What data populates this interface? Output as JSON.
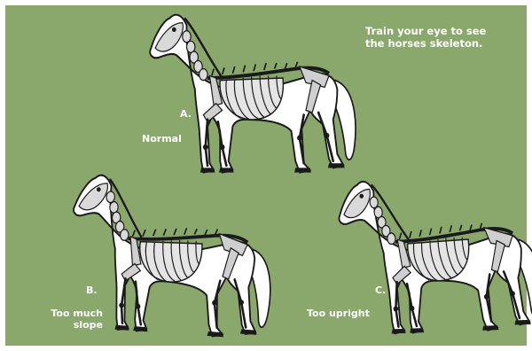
{
  "headline": {
    "line1": "Train your eye to see",
    "line2": "the horses skeleton."
  },
  "horses": [
    {
      "letter": "A.",
      "caption": "Normal"
    },
    {
      "letter": "B.",
      "caption_line1": "Too much",
      "caption_line2": "slope"
    },
    {
      "letter": "C.",
      "caption": "Too upright"
    }
  ],
  "colors": {
    "background": "#8aa86b",
    "body": "#ffffff",
    "outline": "#1a1a1a"
  }
}
